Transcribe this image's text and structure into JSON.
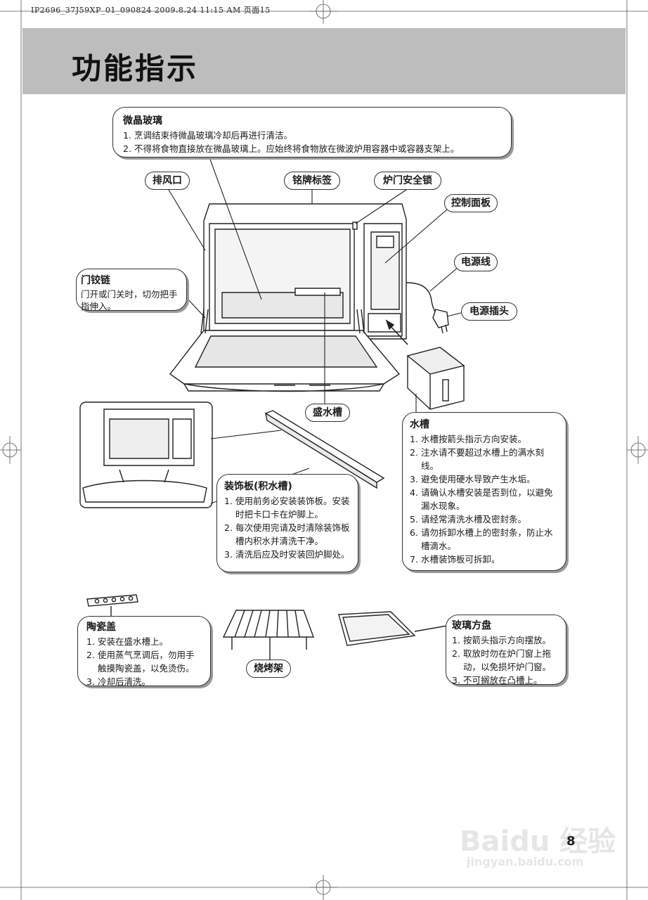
{
  "header": {
    "print_line": "IP2696_37J59XP_01_090824  2009.8.24 11:15 AM  页面15"
  },
  "page_title": "功能指示",
  "callouts": {
    "glass": {
      "title": "微晶玻璃",
      "items": [
        {
          "n": "1.",
          "t": "烹调结束待微晶玻璃冷却后再进行清洁。"
        },
        {
          "n": "2.",
          "t": "不得将食物直接放在微晶玻璃上。应始终将食物放在微波炉用容器中或容器支架上。"
        }
      ]
    },
    "hinge": {
      "title": "门铰链",
      "text": "门开或门关时，切勿把手指伸入。"
    },
    "water_tank": {
      "title": "水槽",
      "items": [
        {
          "n": "1.",
          "t": "水槽按箭头指示方向安装。"
        },
        {
          "n": "2.",
          "t": "注水请不要超过水槽上的满水刻线。"
        },
        {
          "n": "3.",
          "t": "避免使用硬水导致产生水垢。"
        },
        {
          "n": "4.",
          "t": "请确认水槽安装是否到位，以避免漏水现象。"
        },
        {
          "n": "5.",
          "t": "请经常清洗水槽及密封条。"
        },
        {
          "n": "6.",
          "t": "请勿拆卸水槽上的密封条，防止水槽滴水。"
        },
        {
          "n": "7.",
          "t": "水槽装饰板可拆卸。"
        }
      ]
    },
    "trim": {
      "title": "装饰板(积水槽)",
      "items": [
        {
          "n": "1.",
          "t": "使用前务必安装装饰板。安装时把卡口卡在炉脚上。"
        },
        {
          "n": "2.",
          "t": "每次使用完请及时清除装饰板槽内积水并清洗干净。"
        },
        {
          "n": "3.",
          "t": "清洗后应及时安装回炉脚处。"
        }
      ]
    },
    "ceramic_lid": {
      "title": "陶瓷盖",
      "items": [
        {
          "n": "1.",
          "t": "安装在盛水槽上。"
        },
        {
          "n": "2.",
          "t": "使用蒸气烹调后，勿用手触摸陶瓷盖，以免烫伤。"
        },
        {
          "n": "3.",
          "t": "冷却后清洗。"
        }
      ]
    },
    "glass_tray": {
      "title": "玻璃方盘",
      "items": [
        {
          "n": "1.",
          "t": "按箭头指示方向摆放。"
        },
        {
          "n": "2.",
          "t": "取放时勿在炉门窗上拖动，以免损坏炉门窗。"
        },
        {
          "n": "3.",
          "t": "不可搁放在凸槽上。"
        }
      ]
    }
  },
  "tags": {
    "vent": "排风口",
    "nameplate": "铭牌标签",
    "door_lock": "炉门安全锁",
    "control_panel": "控制面板",
    "power_cord": "电源线",
    "power_plug": "电源插头",
    "drip_tray": "盛水槽",
    "grill_rack": "烧烤架"
  },
  "page_number": "8",
  "watermark": {
    "brand": "Baidu 经验",
    "url": "jingyan.baidu.com"
  }
}
